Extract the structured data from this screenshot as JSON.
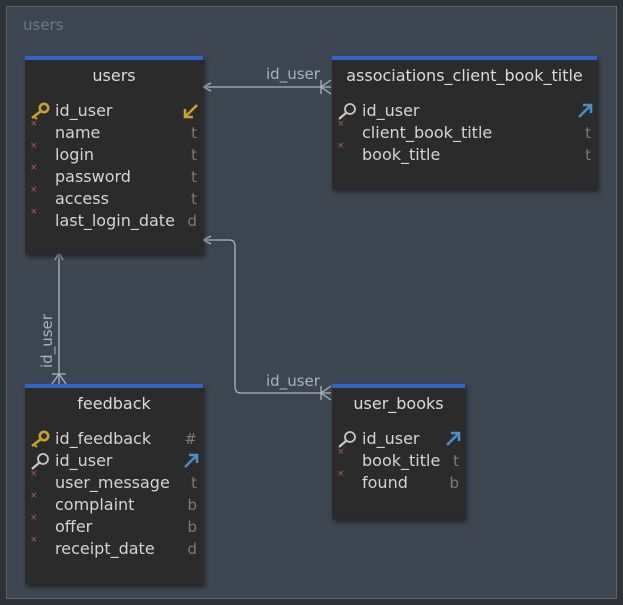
{
  "group": {
    "label": "users"
  },
  "tables": {
    "users": {
      "title": "users",
      "columns": [
        {
          "name": "id_user",
          "type": "",
          "icon": "primary-key-icon"
        },
        {
          "name": "name",
          "type": "t"
        },
        {
          "name": "login",
          "type": "t"
        },
        {
          "name": "password",
          "type": "t"
        },
        {
          "name": "access",
          "type": "t"
        },
        {
          "name": "last_login_date",
          "type": "d"
        }
      ]
    },
    "assoc": {
      "title": "associations_client_book_title",
      "columns": [
        {
          "name": "id_user",
          "type": "",
          "icon": "foreign-key-icon"
        },
        {
          "name": "client_book_title",
          "type": "t"
        },
        {
          "name": "book_title",
          "type": "t"
        }
      ]
    },
    "feedback": {
      "title": "feedback",
      "columns": [
        {
          "name": "id_feedback",
          "type": "#",
          "icon": "primary-key-icon"
        },
        {
          "name": "id_user",
          "type": "",
          "icon": "foreign-key-icon"
        },
        {
          "name": "user_message",
          "type": "t"
        },
        {
          "name": "complaint",
          "type": "b"
        },
        {
          "name": "offer",
          "type": "b"
        },
        {
          "name": "receipt_date",
          "type": "d"
        }
      ]
    },
    "user_books": {
      "title": "user_books",
      "columns": [
        {
          "name": "id_user",
          "type": "",
          "icon": "foreign-key-icon"
        },
        {
          "name": "book_title",
          "type": "t"
        },
        {
          "name": "found",
          "type": "b"
        }
      ]
    }
  },
  "relations": {
    "assoc_users": "id_user",
    "feedback_users": "id_user",
    "user_books_users": "id_user"
  },
  "colors": {
    "header_border": "#2f65ca",
    "key_gold": "#c9a227",
    "fk_arrow": "#4a8fc6",
    "line": "#aab2bc"
  }
}
